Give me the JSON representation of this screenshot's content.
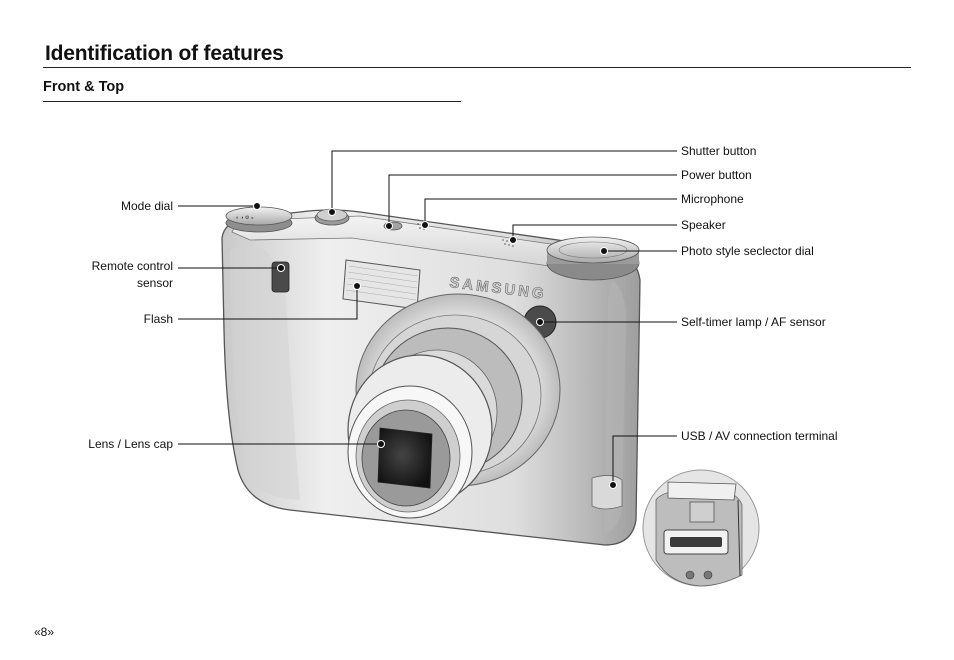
{
  "page": {
    "title": "Identification of features",
    "section": "Front & Top",
    "page_number": "«8»"
  },
  "camera": {
    "brand": "SAMSUNG"
  },
  "labels": {
    "left": [
      {
        "id": "mode-dial",
        "text": "Mode dial"
      },
      {
        "id": "remote-control-sensor",
        "text": "Remote control\nsensor"
      },
      {
        "id": "flash",
        "text": "Flash"
      },
      {
        "id": "lens",
        "text": "Lens / Lens cap"
      }
    ],
    "right": [
      {
        "id": "shutter-button",
        "text": "Shutter button"
      },
      {
        "id": "power-button",
        "text": "Power button"
      },
      {
        "id": "microphone",
        "text": "Microphone"
      },
      {
        "id": "speaker",
        "text": "Speaker"
      },
      {
        "id": "photo-style-dial",
        "text": "Photo style seclector dial"
      },
      {
        "id": "self-timer-lamp",
        "text": "Self-timer lamp / AF sensor"
      },
      {
        "id": "usb-av-terminal",
        "text": "USB / AV connection terminal"
      }
    ]
  }
}
